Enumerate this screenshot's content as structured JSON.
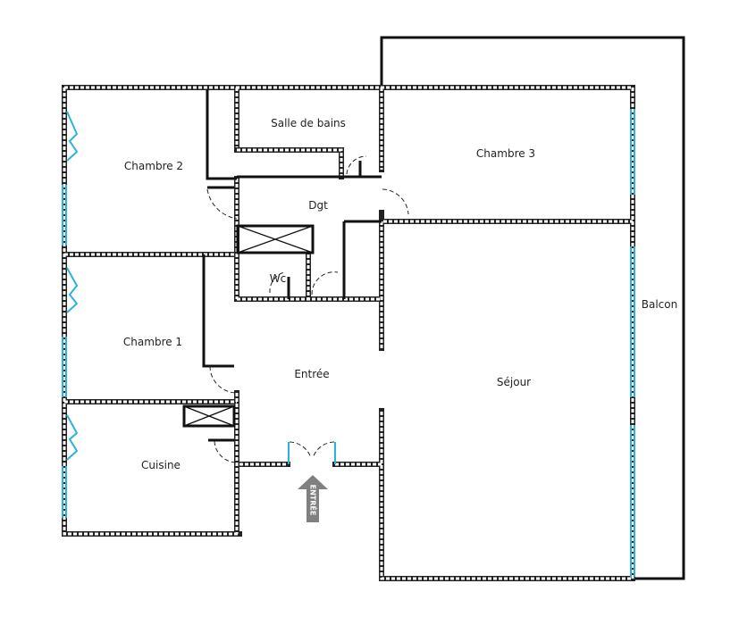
{
  "rooms": {
    "chambre2": "Chambre 2",
    "salle_de_bains": "Salle de bains",
    "chambre3": "Chambre 3",
    "dgt": "Dgt",
    "wc": "Wc",
    "chambre1": "Chambre 1",
    "entree": "Entrée",
    "sejour": "Séjour",
    "cuisine": "Cuisine",
    "balcon": "Balcon"
  },
  "entrance_arrow": {
    "label": "ENTRÉE",
    "color": "#808080",
    "icon": "arrow-up-icon"
  },
  "colors": {
    "wall": "#222222",
    "window": "#2bb3dc"
  }
}
